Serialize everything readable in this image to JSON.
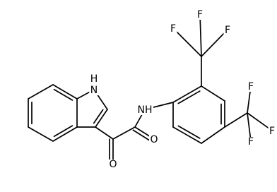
{
  "molecule": {
    "labels": {
      "n_indole": "N",
      "h_indole": "H",
      "amide": "NH",
      "carbonyl_o1": "O",
      "carbonyl_o2": "O",
      "f": "F"
    }
  }
}
